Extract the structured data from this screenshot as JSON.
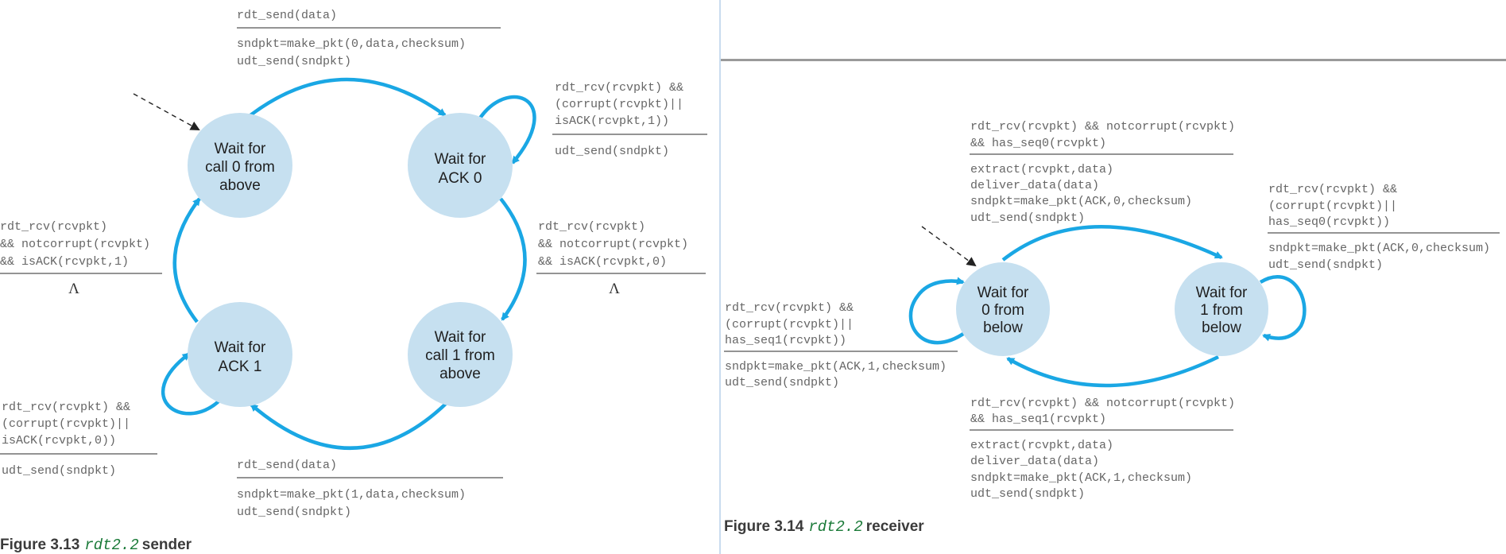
{
  "sender": {
    "states": {
      "s0": [
        "Wait for",
        "call 0 from",
        "above"
      ],
      "s1": [
        "Wait for",
        "ACK 0"
      ],
      "s2": [
        "Wait for",
        "call 1 from",
        "above"
      ],
      "s3": [
        "Wait for",
        "ACK 1"
      ]
    },
    "transitions": {
      "t_top": {
        "event": [
          "rdt_send(data)"
        ],
        "action": [
          "sndpkt=make_pkt(0,data,checksum)",
          "udt_send(sndpkt)"
        ]
      },
      "t_self_ack0": {
        "event": [
          "rdt_rcv(rcvpkt) &&",
          "(corrupt(rcvpkt)||",
          "isACK(rcvpkt,1))"
        ],
        "action": [
          "udt_send(sndpkt)"
        ]
      },
      "t_right": {
        "event": [
          "rdt_rcv(rcvpkt)",
          "&& notcorrupt(rcvpkt)",
          "&& isACK(rcvpkt,0)"
        ],
        "action": [
          "Λ"
        ]
      },
      "t_bottom": {
        "event": [
          "rdt_send(data)"
        ],
        "action": [
          "sndpkt=make_pkt(1,data,checksum)",
          "udt_send(sndpkt)"
        ]
      },
      "t_self_ack1": {
        "event": [
          "rdt_rcv(rcvpkt) &&",
          "(corrupt(rcvpkt)||",
          "isACK(rcvpkt,0))"
        ],
        "action": [
          "udt_send(sndpkt)"
        ]
      },
      "t_left": {
        "event": [
          "rdt_rcv(rcvpkt)",
          "&& notcorrupt(rcvpkt)",
          "&& isACK(rcvpkt,1)"
        ],
        "action": [
          "Λ"
        ]
      }
    },
    "caption": {
      "prefix": "Figure 3.13",
      "code": "rdt2.2",
      "suffix": "sender"
    }
  },
  "receiver": {
    "states": {
      "r0": [
        "Wait for",
        "0 from",
        "below"
      ],
      "r1": [
        "Wait for",
        "1 from",
        "below"
      ]
    },
    "transitions": {
      "r_top": {
        "event": [
          "rdt_rcv(rcvpkt) && notcorrupt(rcvpkt)",
          "&& has_seq0(rcvpkt)"
        ],
        "action": [
          "extract(rcvpkt,data)",
          "deliver_data(data)",
          "sndpkt=make_pkt(ACK,0,checksum)",
          "udt_send(sndpkt)"
        ]
      },
      "r_self1": {
        "event": [
          "rdt_rcv(rcvpkt) &&",
          "(corrupt(rcvpkt)||",
          "has_seq0(rcvpkt))"
        ],
        "action": [
          "sndpkt=make_pkt(ACK,0,checksum)",
          "udt_send(sndpkt)"
        ]
      },
      "r_self0": {
        "event": [
          "rdt_rcv(rcvpkt) &&",
          "(corrupt(rcvpkt)||",
          "has_seq1(rcvpkt))"
        ],
        "action": [
          "sndpkt=make_pkt(ACK,1,checksum)",
          "udt_send(sndpkt)"
        ]
      },
      "r_bottom": {
        "event": [
          "rdt_rcv(rcvpkt) && notcorrupt(rcvpkt)",
          "&& has_seq1(rcvpkt)"
        ],
        "action": [
          "extract(rcvpkt,data)",
          "deliver_data(data)",
          "sndpkt=make_pkt(ACK,1,checksum)",
          "udt_send(sndpkt)"
        ]
      }
    },
    "caption": {
      "prefix": "Figure 3.14",
      "code": "rdt2.2",
      "suffix": "receiver"
    }
  }
}
